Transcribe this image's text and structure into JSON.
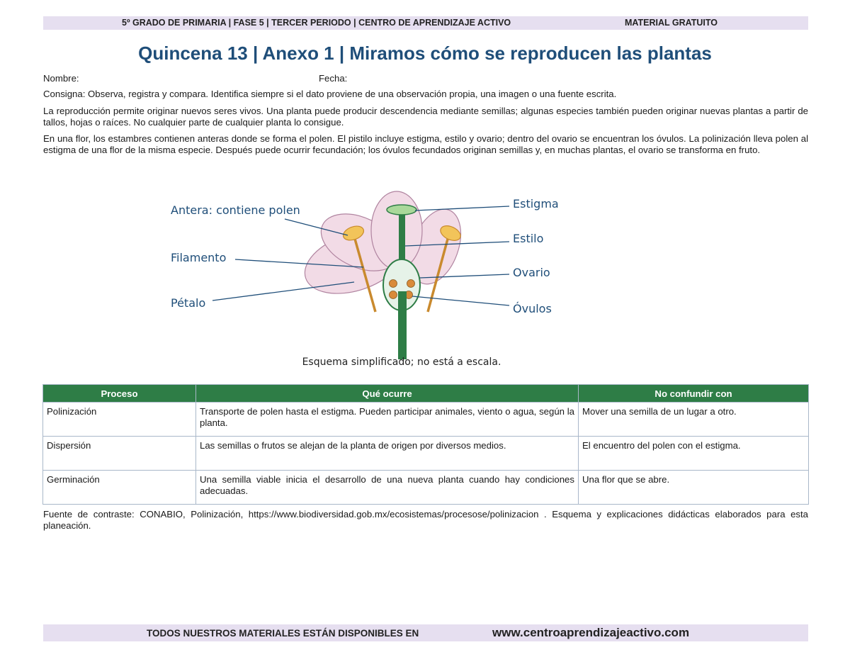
{
  "header": {
    "grade_info": "5º GRADO DE PRIMARIA  |  FASE 5  |  TERCER PERIODO  |  CENTRO DE APRENDIZAJE ACTIVO",
    "tag": "MATERIAL GRATUITO"
  },
  "title": "Quincena 13 | Anexo 1 | Miramos cómo se reproducen las plantas",
  "form": {
    "name_label": "Nombre:",
    "date_label": "Fecha:"
  },
  "instructions": "Consigna: Observa, registra y compara. Identifica siempre si el dato proviene de una observación propia, una imagen o una fuente escrita.",
  "paragraph_1": "La reproducción permite originar nuevos seres vivos. Una planta puede producir descendencia mediante semillas; algunas especies también pueden originar nuevas plantas a partir de tallos, hojas o raíces. No cualquier parte de cualquier planta lo consigue.",
  "paragraph_2": "En una flor, los estambres contienen anteras donde se forma el polen. El pistilo incluye estigma, estilo y ovario; dentro del ovario se encuentran los óvulos. La polinización lleva polen al estigma de una flor de la misma especie. Después puede ocurrir fecundación; los óvulos fecundados originan semillas y, en muchas plantas, el ovario se transforma en fruto.",
  "diagram": {
    "labels": {
      "antera": "Antera: contiene polen",
      "filamento": "Filamento",
      "petalo": "Pétalo",
      "estigma": "Estigma",
      "estilo": "Estilo",
      "ovario": "Ovario",
      "ovulos": "Óvulos"
    },
    "caption": "Esquema simplificado; no está a escala.",
    "colors": {
      "petal_fill": "#f2dbe6",
      "petal_stroke": "#b084a0",
      "anther": "#f2c45a",
      "filament": "#c98a2e",
      "pistil": "#2e7d46",
      "stigma": "#a9d89a",
      "ovary_fill": "#e6f2e8",
      "ovule": "#d98a3a",
      "label": "#1f4e79"
    }
  },
  "table": {
    "headers": [
      "Proceso",
      "Qué ocurre",
      "No confundir con"
    ],
    "rows": [
      [
        "Polinización",
        "Transporte de polen hasta el estigma. Pueden participar animales, viento o agua, según la planta.",
        "Mover una semilla de un lugar a otro."
      ],
      [
        "Dispersión",
        "Las semillas o frutos se alejan de la planta de origen por diversos medios.",
        "El encuentro del polen con el estigma."
      ],
      [
        "Germinación",
        "Una semilla viable inicia el desarrollo de una nueva planta cuando hay condiciones adecuadas.",
        "Una flor que se abre."
      ]
    ]
  },
  "source": "Fuente de contraste: CONABIO, Polinización, https://www.biodiversidad.gob.mx/ecosistemas/procesose/polinizacion . Esquema y explicaciones didácticas elaborados para esta planeación.",
  "footer": {
    "text": "TODOS NUESTROS MATERIALES ESTÁN DISPONIBLES EN",
    "url": "www.centroaprendizajeactivo.com"
  },
  "colors": {
    "title": "#1f4e79",
    "band": "#e6dff0",
    "table_header": "#2e7d46"
  }
}
